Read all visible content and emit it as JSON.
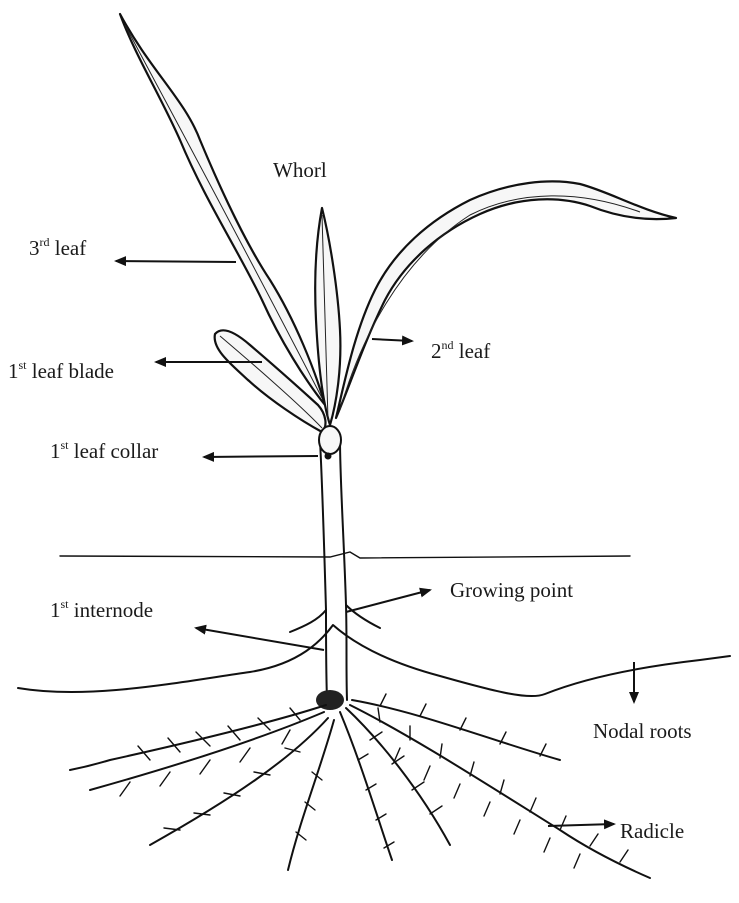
{
  "labels": {
    "whorl": "Whorl",
    "third_leaf": {
      "num": "3",
      "sup": "rd",
      "text": " leaf"
    },
    "second_leaf": {
      "num": "2",
      "sup": "nd",
      "text": " leaf"
    },
    "first_leaf_blade": {
      "num": "1",
      "sup": "st",
      "text": " leaf blade"
    },
    "first_leaf_collar": {
      "num": "1",
      "sup": "st",
      "text": " leaf collar"
    },
    "first_internode": {
      "num": "1",
      "sup": "st",
      "text": " internode"
    },
    "growing_point": "Growing point",
    "nodal_roots": "Nodal roots",
    "radicle": "Radicle"
  }
}
